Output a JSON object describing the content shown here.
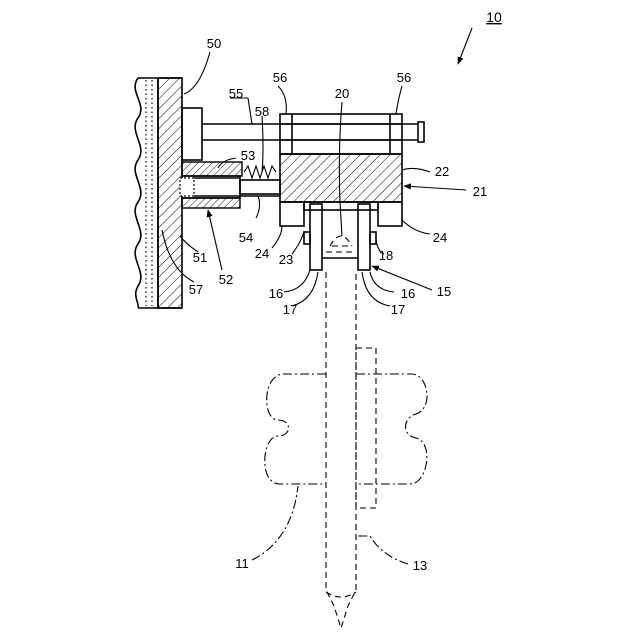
{
  "labels": {
    "n10": "10",
    "n50": "50",
    "n55": "55",
    "n56a": "56",
    "n56b": "56",
    "n58": "58",
    "n20": "20",
    "n53": "53",
    "n22": "22",
    "n21": "21",
    "n54": "54",
    "n24a": "24",
    "n23": "23",
    "n24b": "24",
    "n18": "18",
    "n51": "51",
    "n52": "52",
    "n57": "57",
    "n15": "15",
    "n16a": "16",
    "n16b": "16",
    "n17a": "17",
    "n17b": "17",
    "n11": "11",
    "n13": "13"
  }
}
